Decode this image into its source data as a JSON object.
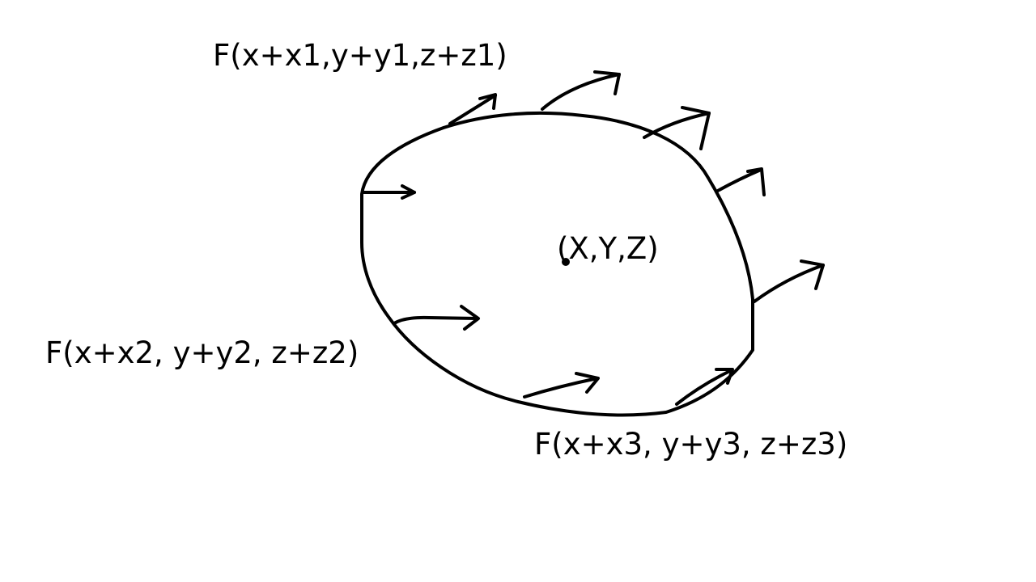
{
  "labels": {
    "top": "F(x+x1,y+y1,z+z1)",
    "center": "(X,Y,Z)",
    "left": "F(x+x2, y+y2, z+z2)",
    "bottom": "F(x+x3, y+y3, z+z3)"
  },
  "colors": {
    "ink": "#000000",
    "background": "#ffffff"
  }
}
